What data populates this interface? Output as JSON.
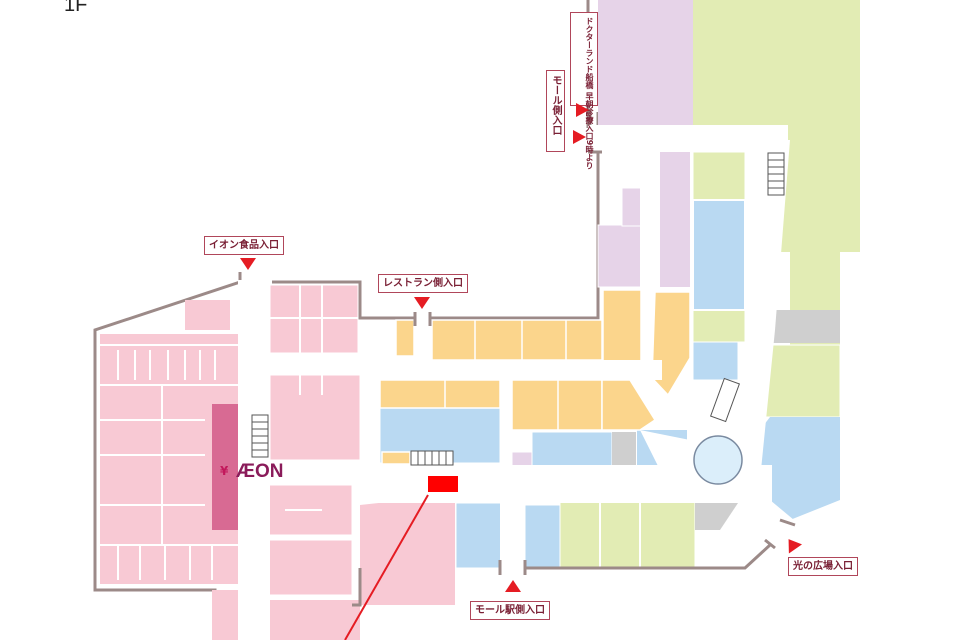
{
  "floor": "1F",
  "anchor_store": {
    "name": "ÆON",
    "currency_icon": "yen-sign-icon",
    "yen_symbol": "¥"
  },
  "entrances": {
    "aeon_food": "イオン食品入口",
    "restaurant_side": "レストラン側入口",
    "mall_side": "モール側入口",
    "doctor_land": "ドクターランド船橋 早朝診療入口9時より",
    "mall_station_side": "モール駅側入口",
    "hikari_plaza": "光の広場入口"
  },
  "colors": {
    "aeon_pink": "#f8c9d4",
    "aeon_dark": "#d86a93",
    "food_orange": "#fbd58c",
    "fashion_blue": "#b9d9f2",
    "green": "#e2ecb4",
    "purple": "#e6d3e8",
    "gray": "#cfcfcf",
    "corridor": "#ffffff",
    "wall": "#9c8a88",
    "marker": "#e51c23",
    "label_border": "#b0465a"
  },
  "icons": [
    "escalator-icon",
    "entrance-arrow-icon",
    "current-location-marker-icon",
    "round-plaza-icon"
  ]
}
